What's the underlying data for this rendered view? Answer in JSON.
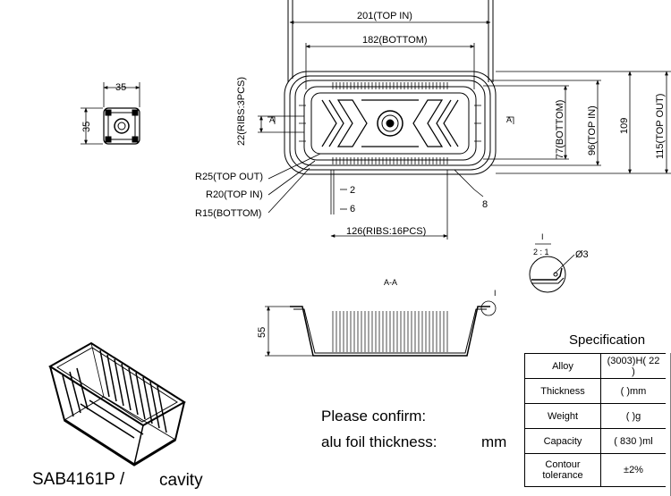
{
  "top_view": {
    "width_top_in": "201(TOP IN)",
    "width_bottom": "182(BOTTOM)",
    "ribs_side": "22(RIBS:3PCS)",
    "height_bottom": "77(BOTTOM)",
    "height_top_in": "96(TOP IN)",
    "height_overall": "109",
    "height_top_out": "115(TOP OUT)",
    "radius_top_out": "R25(TOP OUT)",
    "radius_top_in": "R20(TOP IN)",
    "radius_bottom": "R15(BOTTOM)",
    "rib_width": "2",
    "rib_pitch": "6",
    "ribs_bottom": "126(RIBS:16PCS)",
    "callout_8": "8",
    "section_marker": "A"
  },
  "small_part": {
    "width": "35",
    "height": "35"
  },
  "detail": {
    "label": "I",
    "scale": "2 : 1",
    "diameter": "Ø3"
  },
  "section_view": {
    "title": "A-A",
    "height": "55",
    "detail_marker": "I"
  },
  "notes": {
    "please_confirm": "Please confirm:",
    "foil_label": "alu foil thickness:",
    "foil_unit": "mm"
  },
  "specification": {
    "title": "Specification",
    "rows": [
      {
        "label": "Alloy",
        "value": "(3003)H( 22 )"
      },
      {
        "label": "Thickness",
        "value": "(        )mm"
      },
      {
        "label": "Weight",
        "value": "(        )g"
      },
      {
        "label": "Capacity",
        "value": "(  830  )ml"
      },
      {
        "label": "Contour tolerance",
        "value": "±2%"
      }
    ]
  },
  "footer": {
    "model": "SAB4161P /",
    "cavity": "cavity"
  }
}
